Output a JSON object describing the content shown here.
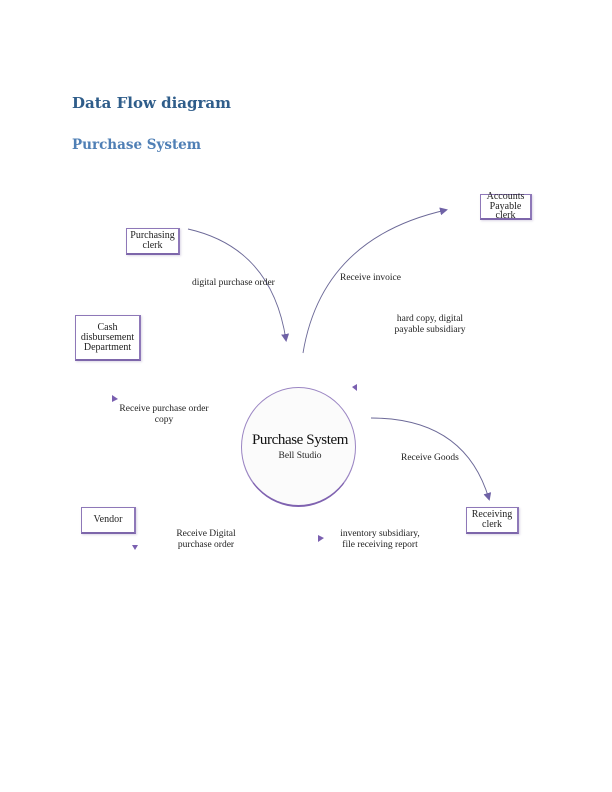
{
  "document": {
    "heading": "Data Flow diagram",
    "subheading": "Purchase System"
  },
  "colors": {
    "heading": "#2f5d8a",
    "subheading": "#4f7fb5",
    "entity_border": "#8e78b8",
    "arrow": "#6b6897",
    "arrowhead": "#7a5fb0"
  },
  "diagram": {
    "process": {
      "title": "Purchase System",
      "subtitle": "Bell Studio"
    },
    "entities": {
      "purchasing_clerk": [
        "Purchasing",
        "clerk"
      ],
      "accounts_payable_clerk": [
        "Accounts",
        "Payable",
        "clerk"
      ],
      "cash_disbursement": [
        "Cash",
        "disbursement",
        "Department"
      ],
      "vendor": [
        "Vendor"
      ],
      "receiving_clerk": [
        "Receiving",
        "clerk"
      ]
    },
    "flows": {
      "digital_purchase_order": "digital purchase order",
      "receive_invoice": "Receive invoice",
      "hard_copy": [
        "hard copy, digital",
        "payable subsidiary"
      ],
      "receive_po_copy": [
        "Receive purchase order",
        "copy"
      ],
      "receive_goods": "Receive Goods",
      "receive_digital_po": [
        "Receive Digital",
        "purchase order"
      ],
      "inventory_subsidiary": [
        "inventory subsidiary,",
        "file receiving report"
      ]
    }
  }
}
